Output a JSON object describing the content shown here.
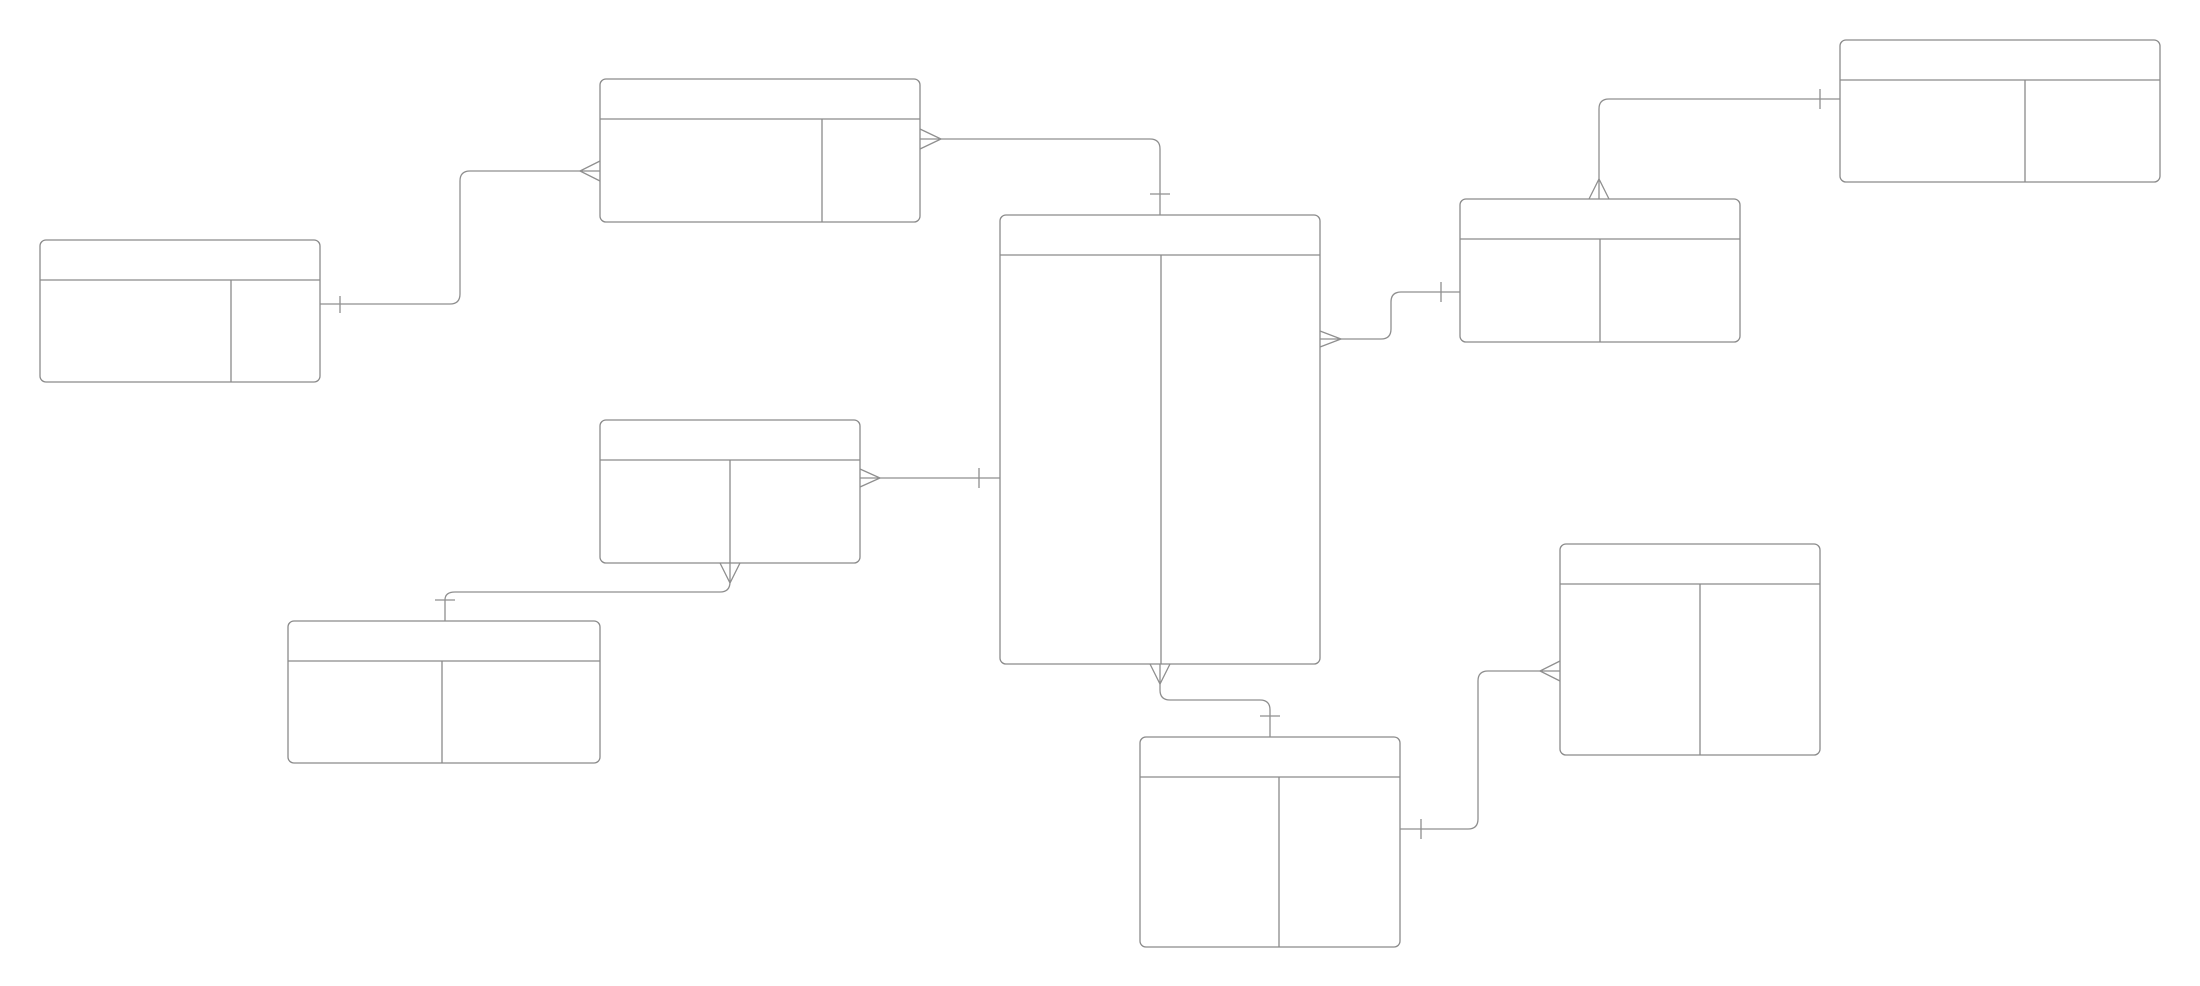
{
  "diagram": {
    "type": "entity-relationship",
    "entities": [
      {
        "id": "entity-left",
        "name": "",
        "attributes": []
      },
      {
        "id": "entity-top",
        "name": "",
        "attributes": []
      },
      {
        "id": "entity-center",
        "name": "",
        "attributes": []
      },
      {
        "id": "entity-right-mid",
        "name": "",
        "attributes": []
      },
      {
        "id": "entity-top-right",
        "name": "",
        "attributes": []
      },
      {
        "id": "entity-mid-left",
        "name": "",
        "attributes": []
      },
      {
        "id": "entity-bottom-left",
        "name": "",
        "attributes": []
      },
      {
        "id": "entity-bottom-center",
        "name": "",
        "attributes": []
      },
      {
        "id": "entity-right-lower",
        "name": "",
        "attributes": []
      }
    ],
    "relationships": [
      {
        "from": "entity-left",
        "from_cardinality": "one",
        "to": "entity-top",
        "to_cardinality": "many"
      },
      {
        "from": "entity-center",
        "from_cardinality": "one",
        "to": "entity-top",
        "to_cardinality": "many"
      },
      {
        "from": "entity-right-mid",
        "from_cardinality": "one",
        "to": "entity-center",
        "to_cardinality": "many"
      },
      {
        "from": "entity-top-right",
        "from_cardinality": "one",
        "to": "entity-right-mid",
        "to_cardinality": "many"
      },
      {
        "from": "entity-center",
        "from_cardinality": "one",
        "to": "entity-mid-left",
        "to_cardinality": "many"
      },
      {
        "from": "entity-bottom-left",
        "from_cardinality": "one",
        "to": "entity-mid-left",
        "to_cardinality": "many"
      },
      {
        "from": "entity-bottom-center",
        "from_cardinality": "one",
        "to": "entity-center",
        "to_cardinality": "many"
      },
      {
        "from": "entity-bottom-center",
        "from_cardinality": "one",
        "to": "entity-right-lower",
        "to_cardinality": "many"
      }
    ]
  }
}
